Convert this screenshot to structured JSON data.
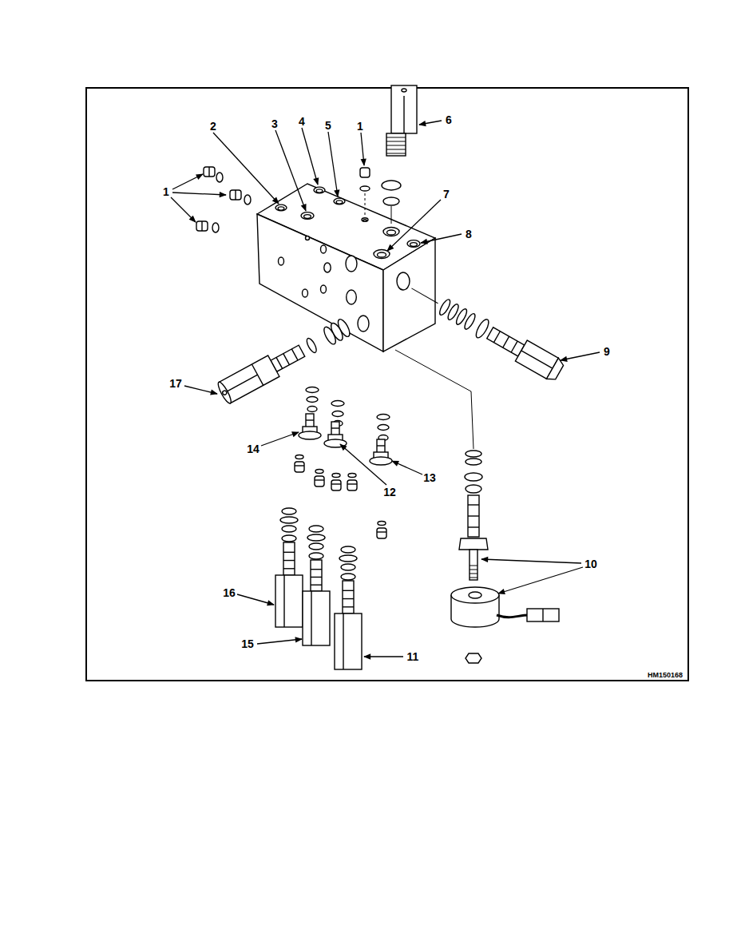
{
  "diagram": {
    "labels": [
      "1",
      "2",
      "3",
      "4",
      "5",
      "1",
      "6",
      "7",
      "8",
      "9",
      "17",
      "14",
      "12",
      "13",
      "10",
      "16",
      "15",
      "11",
      "HM150168"
    ]
  }
}
